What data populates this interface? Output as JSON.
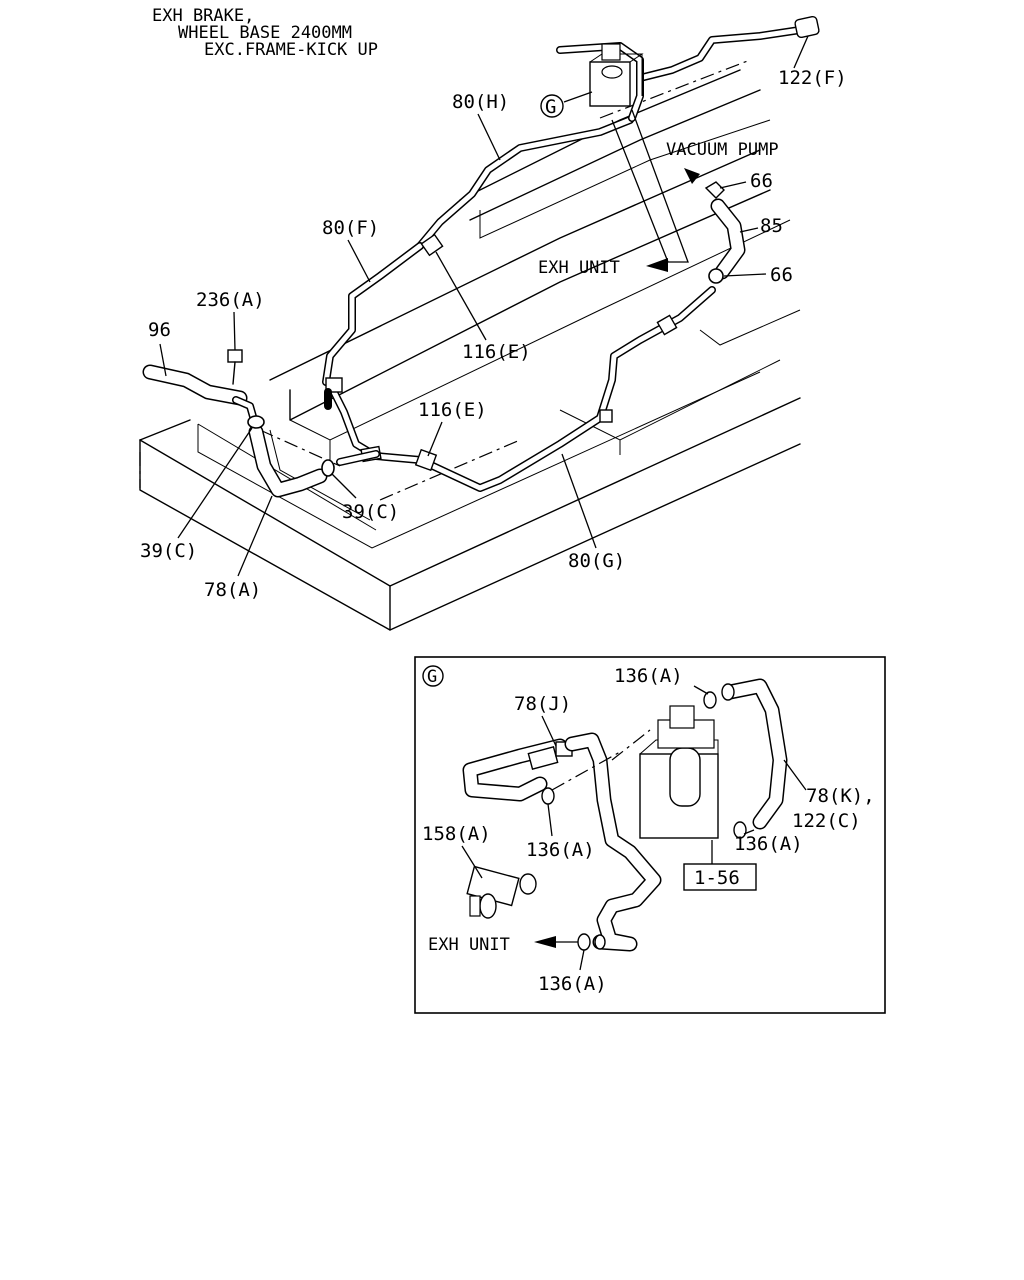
{
  "header": {
    "line1": "EXH BRAKE,",
    "line2": "WHEEL BASE 2400MM",
    "line3": "EXC.FRAME-KICK UP"
  },
  "labels": {
    "p122f": "122(F)",
    "p80h": "80(H)",
    "g_circle": "G",
    "vacuum_pump": "VACUUM PUMP",
    "p66_top": "66",
    "p85": "85",
    "p80f": "80(F)",
    "exh_unit_main": "EXH UNIT",
    "p66_mid": "66",
    "p236a": "236(A)",
    "p96": "96",
    "p116e_top": "116(E)",
    "p116e_bottom": "116(E)",
    "p39c_right": "39(C)",
    "p39c_left": "39(C)",
    "p80g": "80(G)",
    "p78a": "78(A)"
  },
  "detail": {
    "g_circle": "G",
    "p136a_top": "136(A)",
    "p78j": "78(J)",
    "p78k": "78(K),",
    "p122c": "122(C)",
    "p158a": "158(A)",
    "p136a_mid": "136(A)",
    "p136a_right": "136(A)",
    "ref_box": "1-56",
    "exh_unit": "EXH UNIT",
    "p136a_bottom": "136(A)"
  }
}
